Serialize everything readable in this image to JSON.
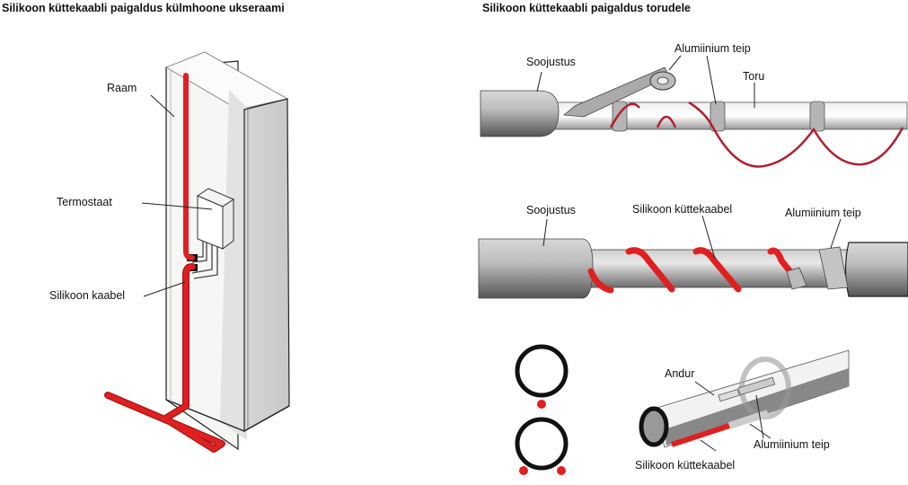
{
  "left_panel": {
    "title": "Silikoon küttekaabli paigaldus külmhoone ukseraami",
    "labels": {
      "frame": "Raam",
      "thermostat": "Termostaat",
      "cable": "Silikoon kaabel"
    }
  },
  "right_panel": {
    "title": "Silikoon küttekaabli paigaldus torudele",
    "diagram_1": {
      "insulation": "Soojustus",
      "aluminium_tape": "Alumiinium teip",
      "pipe": "Toru"
    },
    "diagram_2": {
      "insulation": "Soojustus",
      "heating_cable": "Silikoon küttekaabel",
      "aluminium_tape": "Alumiinium teip"
    },
    "diagram_3": {
      "sensor": "Andur",
      "aluminium_tape": "Alumiinium teip",
      "heating_cable": "Silikoon küttekaabel"
    }
  },
  "colors": {
    "cable_red": "#e02020",
    "cable_dark_red": "#b02030",
    "pipe_gray": "#9a9a9a",
    "outline": "#222222"
  }
}
